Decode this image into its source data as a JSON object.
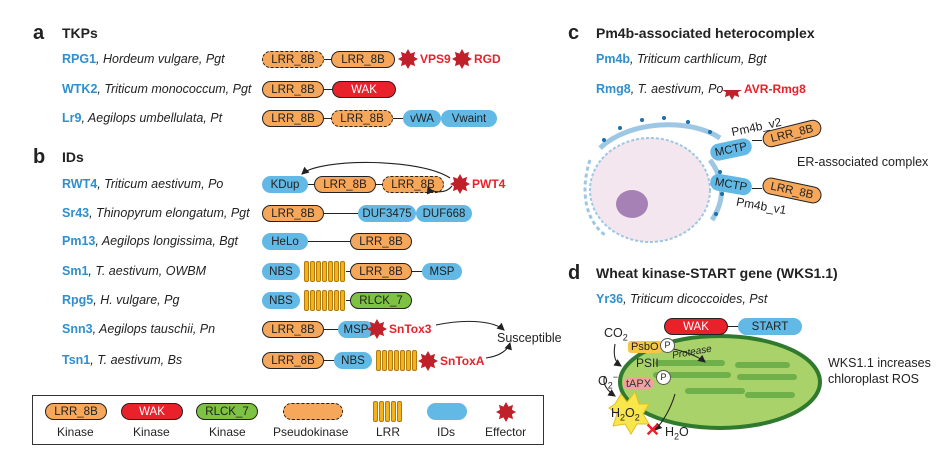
{
  "panels": {
    "a": {
      "letter": "a",
      "title": "TKPs"
    },
    "b": {
      "letter": "b",
      "title": "IDs"
    },
    "c": {
      "letter": "c",
      "title": "Pm4b-associated heterocomplex"
    },
    "d": {
      "letter": "d",
      "title": "Wheat kinase-START gene (WKS1.1)"
    }
  },
  "rows": [
    {
      "gene": "RPG1",
      "rest": ", Hordeum vulgare, Pgt"
    },
    {
      "gene": "WTK2",
      "rest": ", Triticum monococcum, Pgt"
    },
    {
      "gene": "Lr9",
      "rest": ", Aegilops umbellulata, Pt"
    },
    {
      "gene": "RWT4",
      "rest": ", Triticum aestivum, Po"
    },
    {
      "gene": "Sr43",
      "rest": ", Thinopyrum elongatum, Pgt"
    },
    {
      "gene": "Pm13",
      "rest": ", Aegilops longissima, Bgt"
    },
    {
      "gene": "Sm1",
      "rest": ", T. aestivum, OWBM"
    },
    {
      "gene": "Rpg5",
      "rest": ", H. vulgare, Pg"
    },
    {
      "gene": "Snn3",
      "rest": ", Aegilops tauschii, Pn"
    },
    {
      "gene": "Tsn1",
      "rest": ", T. aestivum, Bs"
    }
  ],
  "domains": {
    "lrr8b": "LRR_8B",
    "wak": "WAK",
    "vwa": "vWA",
    "vwaint": "Vwaint",
    "kdup": "KDup",
    "duf3475": "DUF3475",
    "duf668": "DUF668",
    "helo": "HeLo",
    "nbs": "NBS",
    "msp": "MSP",
    "rlck7": "RLCK_7",
    "mctp": "MCTP",
    "start": "START"
  },
  "effectors": {
    "vps9": "VPS9",
    "rgd": "RGD",
    "pwt4": "PWT4",
    "sntox3": "SnTox3",
    "sntoxa": "SnToxA",
    "avr_rmg8": "AVR-Rmg8"
  },
  "susceptible": "Susceptible",
  "legend": [
    {
      "swatch": "LRR_8B",
      "label": "Kinase"
    },
    {
      "swatch": "WAK",
      "label": "Kinase"
    },
    {
      "swatch": "RLCK_7",
      "label": "Kinase"
    },
    {
      "swatch": "",
      "label": "Pseudokinase"
    },
    {
      "swatch": "",
      "label": "LRR"
    },
    {
      "swatch": "",
      "label": "IDs"
    },
    {
      "swatch": "",
      "label": "Effector"
    }
  ],
  "panel_c": {
    "pm4b_gene": "Pm4b",
    "pm4b_rest": ", Triticum carthlicum, Bgt",
    "rmg8_gene": "Rmg8",
    "rmg8_rest": ", T. aestivum, Po",
    "pm4b_v2": "Pm4b_v2",
    "pm4b_v1": "Pm4b_v1",
    "er_complex": "ER-associated complex"
  },
  "panel_d": {
    "yr36_gene": "Yr36",
    "yr36_rest": ", Triticum dicoccoides, Pst",
    "co2": "CO",
    "co2_sub": "2",
    "psbo": "PsbO",
    "psii": "PSII",
    "protease": "Protease",
    "o2": "O",
    "o2_sub": "2",
    "o2_sup": "−",
    "tapx": "tAPX",
    "h2o2": "H",
    "h2o2_sub1": "2",
    "h2o2_o": "O",
    "h2o2_sub2": "2",
    "h2o": "H",
    "h2o_sub": "2",
    "h2o_o": "O",
    "p_badge": "P",
    "ros_note_line1": "WKS1.1 increases",
    "ros_note_line2": "chloroplast ROS"
  },
  "colors": {
    "lrr": "#f6a75a",
    "wak": "#e8212b",
    "rlck": "#7dc242",
    "id": "#63b9e6",
    "gene": "#2f8fcf",
    "effector": "#c0202a",
    "chloroplast": "#a9d36a"
  }
}
